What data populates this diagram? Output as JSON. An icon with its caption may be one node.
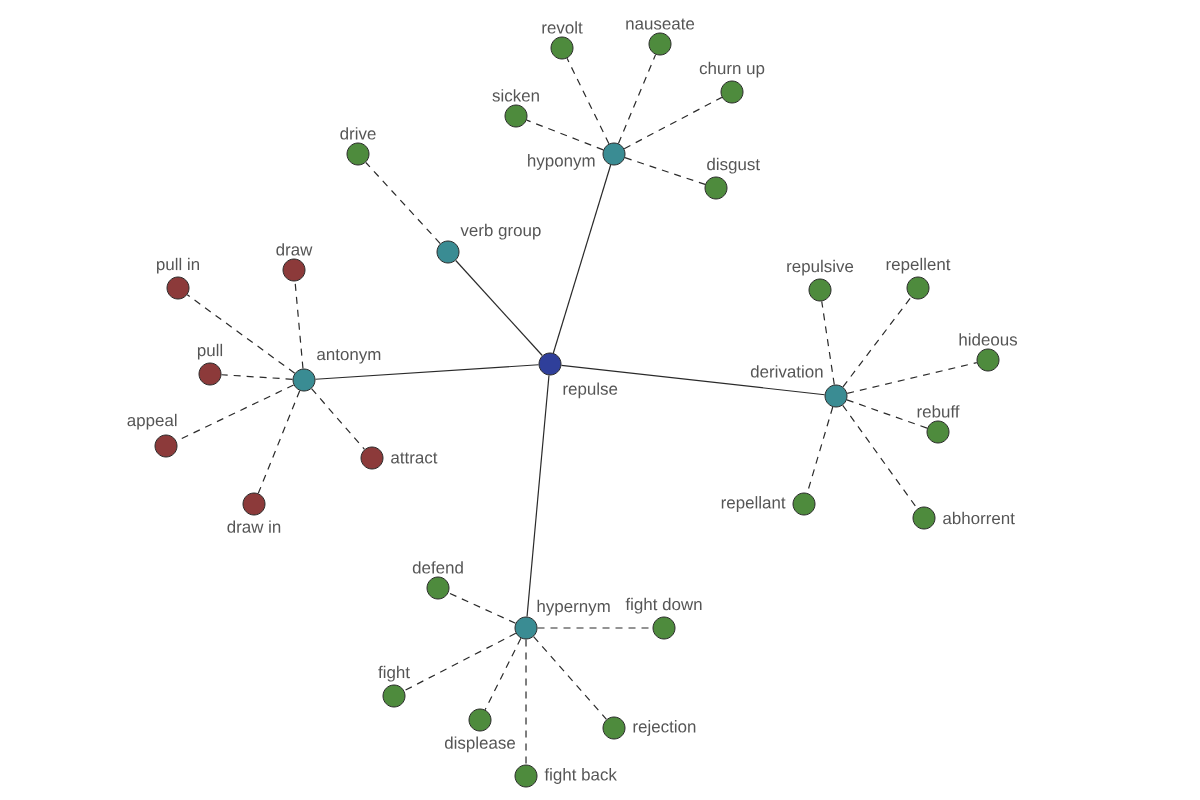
{
  "diagram": {
    "nodes": [
      {
        "text": [
          "repulse"
        ]
      },
      {
        "text": [
          "hyponym"
        ]
      },
      {
        "text": [
          "verb group"
        ]
      },
      {
        "text": [
          "antonym"
        ]
      },
      {
        "text": [
          "derivation"
        ]
      },
      {
        "text": [
          "hypernym"
        ]
      },
      {
        "text": [
          "revolt"
        ]
      },
      {
        "text": [
          "nauseate"
        ]
      },
      {
        "text": [
          "sicken"
        ]
      },
      {
        "text": [
          "churn up"
        ]
      },
      {
        "text": [
          "disgust"
        ]
      },
      {
        "text": [
          "drive"
        ]
      },
      {
        "text": [
          "draw"
        ]
      },
      {
        "text": [
          "pull in"
        ]
      },
      {
        "text": [
          "pull"
        ]
      },
      {
        "text": [
          "appeal"
        ]
      },
      {
        "text": [
          "attract"
        ]
      },
      {
        "text": [
          "draw in"
        ]
      },
      {
        "text": [
          "repulsive"
        ]
      },
      {
        "text": [
          "repellent"
        ]
      },
      {
        "text": [
          "hideous"
        ]
      },
      {
        "text": [
          "rebuff"
        ]
      },
      {
        "text": [
          "repellant"
        ]
      },
      {
        "text": [
          "abhorrent"
        ]
      },
      {
        "text": [
          "defend"
        ]
      },
      {
        "text": [
          "fight down"
        ]
      },
      {
        "text": [
          "fight"
        ]
      },
      {
        "text": [
          "displease"
        ]
      },
      {
        "text": [
          "rejection"
        ]
      },
      {
        "text": [
          "fight back"
        ]
      }
    ],
    "edges": [
      {
        "from": 0,
        "to": 1,
        "arrow": "none"
      },
      {
        "from": 0,
        "to": 2,
        "arrow": "none"
      },
      {
        "from": 0,
        "to": 3,
        "arrow": "none"
      },
      {
        "from": 0,
        "to": 4,
        "arrow": "none"
      },
      {
        "from": 0,
        "to": 5,
        "arrow": "none"
      },
      {
        "from": 1,
        "to": 6,
        "arrow": "none",
        "style": "dashed"
      },
      {
        "from": 1,
        "to": 7,
        "arrow": "none",
        "style": "dashed"
      },
      {
        "from": 1,
        "to": 8,
        "arrow": "none",
        "style": "dashed"
      },
      {
        "from": 1,
        "to": 9,
        "arrow": "none",
        "style": "dashed"
      },
      {
        "from": 1,
        "to": 10,
        "arrow": "none",
        "style": "dashed"
      },
      {
        "from": 2,
        "to": 11,
        "arrow": "none",
        "style": "dashed"
      },
      {
        "from": 3,
        "to": 12,
        "arrow": "none",
        "style": "dashed"
      },
      {
        "from": 3,
        "to": 13,
        "arrow": "none",
        "style": "dashed"
      },
      {
        "from": 3,
        "to": 14,
        "arrow": "none",
        "style": "dashed"
      },
      {
        "from": 3,
        "to": 15,
        "arrow": "none",
        "style": "dashed"
      },
      {
        "from": 3,
        "to": 16,
        "arrow": "none",
        "style": "dashed"
      },
      {
        "from": 3,
        "to": 17,
        "arrow": "none",
        "style": "dashed"
      },
      {
        "from": 4,
        "to": 18,
        "arrow": "none",
        "style": "dashed"
      },
      {
        "from": 4,
        "to": 19,
        "arrow": "none",
        "style": "dashed"
      },
      {
        "from": 4,
        "to": 20,
        "arrow": "none",
        "style": "dashed"
      },
      {
        "from": 4,
        "to": 21,
        "arrow": "none",
        "style": "dashed"
      },
      {
        "from": 4,
        "to": 22,
        "arrow": "none",
        "style": "dashed"
      },
      {
        "from": 4,
        "to": 23,
        "arrow": "none",
        "style": "dashed"
      },
      {
        "from": 5,
        "to": 24,
        "arrow": "none",
        "style": "dashed"
      },
      {
        "from": 5,
        "to": 25,
        "arrow": "none",
        "style": "dashed"
      },
      {
        "from": 5,
        "to": 26,
        "arrow": "none",
        "style": "dashed"
      },
      {
        "from": 5,
        "to": 27,
        "arrow": "none",
        "style": "dashed"
      },
      {
        "from": 5,
        "to": 28,
        "arrow": "none",
        "style": "dashed"
      },
      {
        "from": 5,
        "to": 29,
        "arrow": "none",
        "style": "dashed"
      }
    ]
  }
}
